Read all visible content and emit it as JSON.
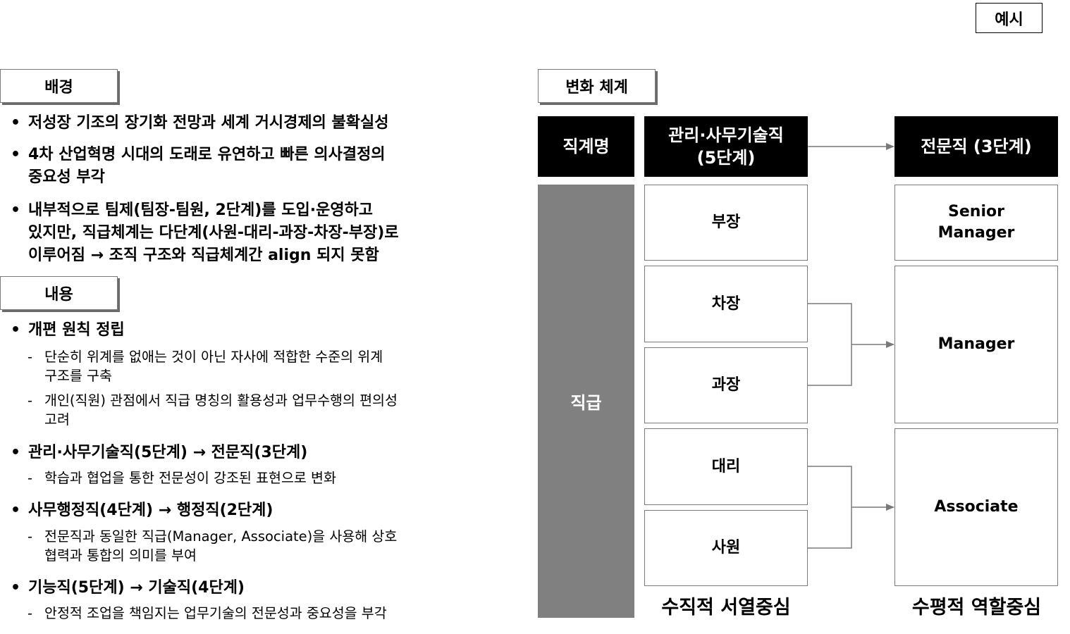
{
  "badge": "예시",
  "background": {
    "header": "배경",
    "bullets": [
      [
        "저성장 기조의 장기화 전망과 세계 거시경제의 불확실성"
      ],
      [
        "4차 산업혁명 시대의 도래로 유연하고 빠른 의사결정의",
        "중요성 부각"
      ],
      [
        "내부적으로 팀제(팀장-팀원, 2단계)를 도입·운영하고",
        "있지만, 직급체계는 다단계(사원-대리-과장-차장-부장)로",
        "이루어짐  → 조직 구조와 직급체계간 align 되지 못함"
      ]
    ]
  },
  "content": {
    "header": "내용",
    "items": [
      {
        "title": "개편 원칙 정립",
        "subs": [
          [
            "단순히 위계를 없애는 것이 아닌 자사에 적합한 수준의 위계",
            "구조를 구축"
          ],
          [
            "개인(직원) 관점에서 직급 명칭의 활용성과 업무수행의 편의성",
            "고려"
          ]
        ]
      },
      {
        "title": "관리·사무기술직(5단계) → 전문직(3단계)",
        "subs": [
          [
            "학습과 협업을 통한 전문성이 강조된 표현으로 변화"
          ]
        ]
      },
      {
        "title": "사무행정직(4단계) → 행정직(2단계)",
        "subs": [
          [
            "전문직과 동일한 직급(Manager, Associate)을 사용해 상호",
            "협력과 통합의 의미를 부여"
          ]
        ]
      },
      {
        "title": "기능직(5단계) → 기술직(4단계)",
        "subs": [
          [
            "안정적 조업을 책임지는 업무기술의 전문성과 중요성을 부각"
          ]
        ]
      }
    ]
  },
  "diagram": {
    "header": "변화 체계",
    "col_title": "직계명",
    "old_header": [
      "관리·사무기술직",
      "(5단계)"
    ],
    "new_header": "전문직 (3단계)",
    "row_label": "직급",
    "old_levels": [
      "부장",
      "차장",
      "과장",
      "대리",
      "사원"
    ],
    "new_levels": [
      [
        "Senior",
        "Manager"
      ],
      [
        "Manager"
      ],
      [
        "Associate"
      ]
    ],
    "caption_left": "수직적 서열중심",
    "caption_right": "수평적 역할중심",
    "colors": {
      "header_bg": "#000000",
      "label_bg": "#808080",
      "line": "#7a7a7a"
    }
  }
}
